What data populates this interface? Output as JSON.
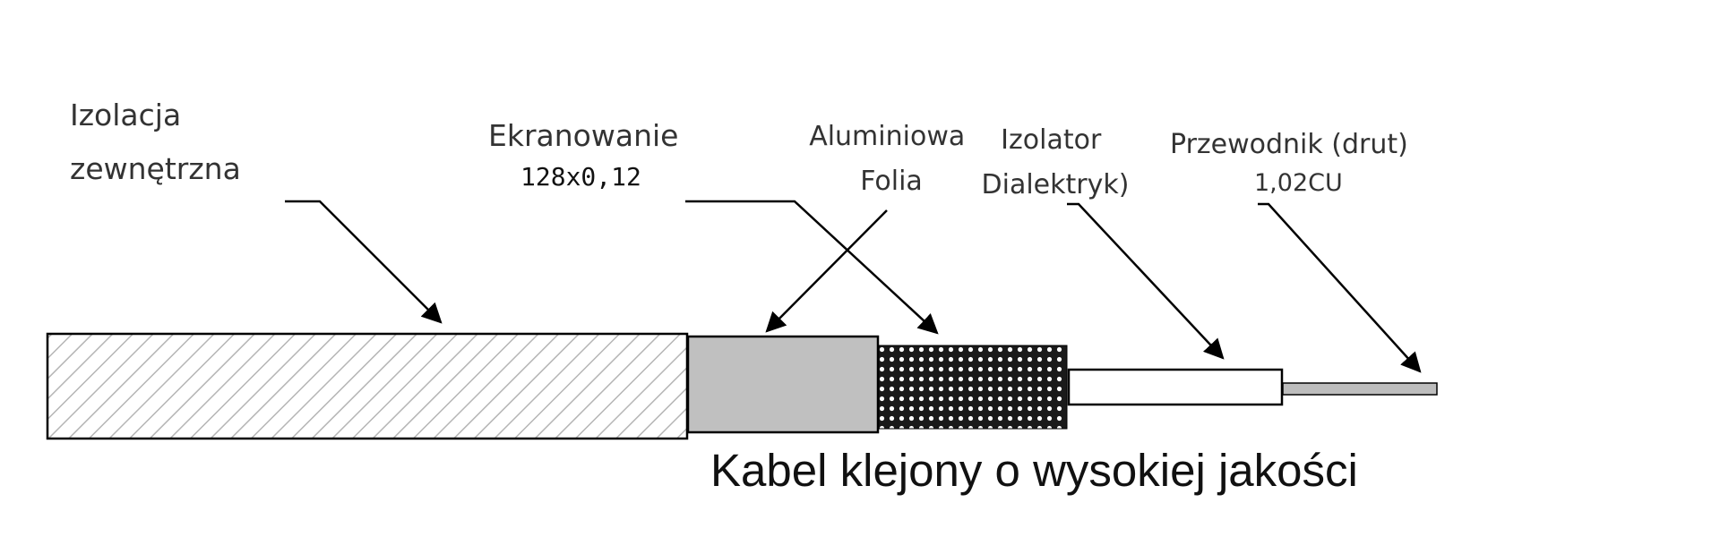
{
  "caption": "Kabel klejony o wysokiej jakości",
  "labels": {
    "outer_insulation": [
      "Izolacja",
      "zewnętrzna"
    ],
    "shielding": "Ekranowanie",
    "shielding_spec": "128x0,12",
    "aluminium_foil": [
      "Aluminiowa",
      "Folia"
    ],
    "insulator": [
      "Izolator",
      "Dialektryk)"
    ],
    "conductor": "Przewodnik (drut)",
    "conductor_spec": "1,02CU"
  },
  "colors": {
    "outline": "#000000",
    "outer_hatch": "#b5b5b5",
    "foil_fill": "#c0c0c0",
    "braid_fill": "#1a1a1a",
    "dielectric_fill": "#ffffff",
    "conductor_fill": "#bdbdbd",
    "label_text": "#333333"
  }
}
